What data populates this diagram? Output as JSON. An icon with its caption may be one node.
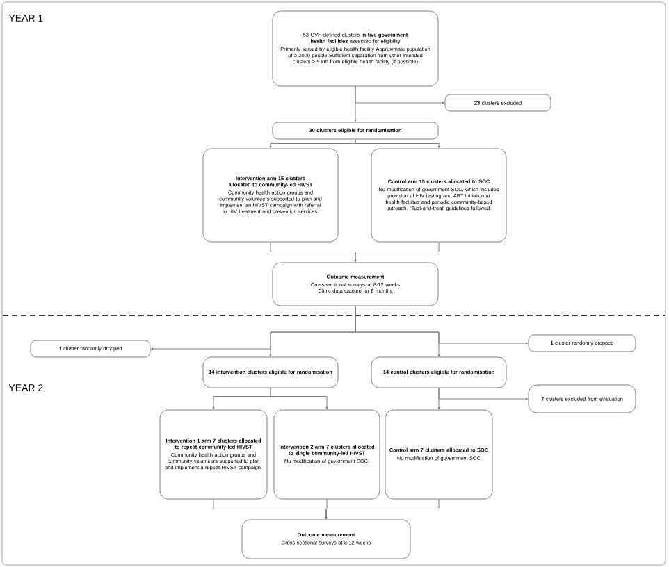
{
  "diagram": {
    "nodes": [
      {
        "text": [
          "53 GVH-defined clusters **in five government health facilities** assessed for eligibility",
          "Primarily served by eligible health facility Approximate population of ≥ 2000 people Sufficient separation from other intended clusters ≥ 5 km from eligible health facility (if possible)"
        ]
      },
      {
        "text": [
          "**23** clusters excluded"
        ]
      },
      {
        "text": [
          "30 clusters eligible for randomisation"
        ]
      },
      {
        "text": [
          "Intervention arm 15 clusters allocated to community-led HIVST",
          "Community health action groups and community volunteers supported to plan and implement an HIVST campaign with referral to HIV treatment and prevention services."
        ]
      },
      {
        "text": [
          "Control arm 15 clusters allocated to SOC",
          "No modification of government SOC, which includes provision of HIV testing and ART initiation at health facilities and periodic community-based outreach. ‘Test-and-treat’ guidelines followed."
        ]
      },
      {
        "text": [
          "Outcome measurement",
          "Cross-sectional surveys at 8-12 weeks Clinic data capture for 6 months"
        ]
      },
      {
        "text": [
          "**1** cluster randomly dropped"
        ]
      },
      {
        "text": [
          "**1** cluster randomly dropped"
        ]
      },
      {
        "text": [
          "14 intervention clusters eligible for randomisation"
        ]
      },
      {
        "text": [
          "14 control clusters eligible for randomisation"
        ]
      },
      {
        "text": [
          "**7** clusters excluded from evaluation"
        ]
      },
      {
        "text": [
          "Intervention 1 arm 7 clusters allocated to repeat community-led HIVST",
          "Community health action groups and community volunteers supported to plan and implement a repeat HIVST campaign."
        ]
      },
      {
        "text": [
          "Intervention 2 arm 7 clusters allocated to single community-led HIVST",
          "No modification of government SOC."
        ]
      },
      {
        "text": [
          "Control arm 7 clusters allocated to SOC",
          "No modification of government SOC"
        ]
      },
      {
        "text": [
          "Outcome measurement",
          "Cross-sectional surveys at 8-12 weeks"
        ]
      }
    ],
    "edges": [
      {
        "from": 0,
        "to": 2,
        "arrow": "to"
      },
      {
        "from": 0,
        "to": 1,
        "arrow": "to"
      },
      {
        "from": 2,
        "to": 3,
        "arrow": "to"
      },
      {
        "from": 2,
        "to": 4,
        "arrow": "to"
      },
      {
        "from": 3,
        "to": 5,
        "arrow": "to"
      },
      {
        "from": 4,
        "to": 5,
        "arrow": "to"
      },
      {
        "from": 5,
        "to": 6,
        "arrow": "to"
      },
      {
        "from": 5,
        "to": 7,
        "arrow": "to"
      },
      {
        "from": 5,
        "to": 8,
        "arrow": "to"
      },
      {
        "from": 5,
        "to": 9,
        "arrow": "to"
      },
      {
        "from": 8,
        "to": 11,
        "arrow": "to"
      },
      {
        "from": 8,
        "to": 12,
        "arrow": "to"
      },
      {
        "from": 9,
        "to": 13,
        "arrow": "to"
      },
      {
        "from": 9,
        "to": 10,
        "arrow": "to"
      },
      {
        "from": 11,
        "to": 14,
        "arrow": "to"
      },
      {
        "from": 12,
        "to": 14,
        "arrow": "to"
      },
      {
        "from": 13,
        "to": 14,
        "arrow": "to"
      }
    ],
    "labels": [
      "YEAR 1",
      "YEAR 2"
    ]
  }
}
